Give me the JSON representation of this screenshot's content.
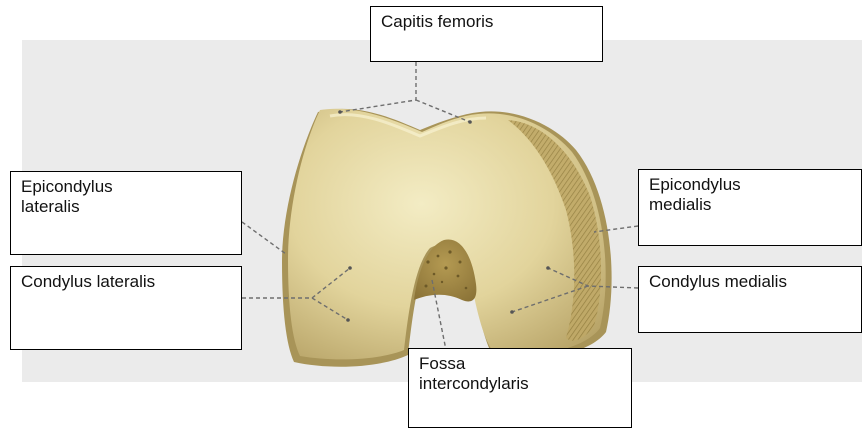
{
  "labels": {
    "capitis_femoris": "Capitis femoris",
    "epicondylus_lateralis": "Epicondylus\nlateralis",
    "condylus_lateralis": "Condylus lateralis",
    "epicondylus_medialis": "Epicondylus\nmedialis",
    "condylus_medialis": "Condylus medialis",
    "fossa_intercondylaris": "Fossa\nintercondylaris"
  },
  "colors": {
    "background_panel": "#ebebeb",
    "bone_light": "#ece3b2",
    "bone_mid": "#d6c58a",
    "bone_shadow": "#a4925a",
    "fossa_dark": "#9c8344",
    "leader_line": "#6e6e6e",
    "box_border": "#000000"
  }
}
